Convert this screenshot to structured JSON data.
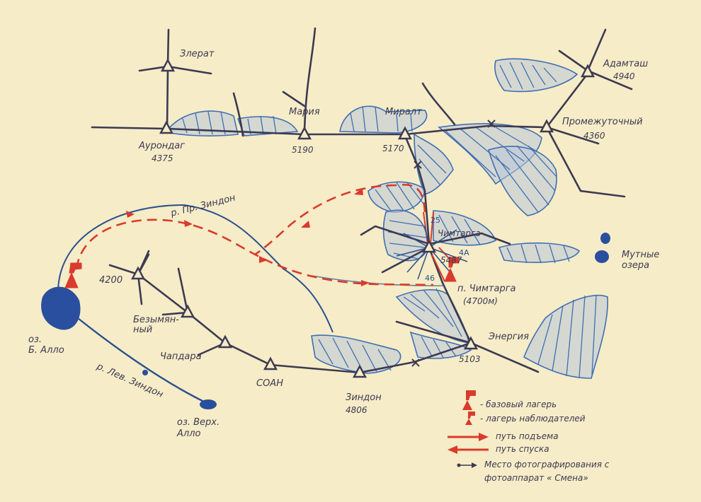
{
  "peaks": [
    {
      "id": "zlerat",
      "name": "Злерат",
      "altitude": ""
    },
    {
      "id": "aurondag",
      "name": "Аурондаг",
      "altitude": "4375"
    },
    {
      "id": "mariya",
      "name": "Мария",
      "altitude": "5190"
    },
    {
      "id": "miralt",
      "name": "Миралт",
      "altitude": "5170"
    },
    {
      "id": "adamtash",
      "name": "Адамташ",
      "altitude": "4940"
    },
    {
      "id": "promezhutochny",
      "name": "Промежуточный",
      "altitude": "4360"
    },
    {
      "id": "chimtarga",
      "name": "Чимтарга",
      "altitude": "5487"
    },
    {
      "id": "p4200",
      "name": "4200",
      "altitude": ""
    },
    {
      "id": "bezymyanny",
      "name": "Безымян-\nный",
      "altitude": ""
    },
    {
      "id": "chapdara",
      "name": "Чапдара",
      "altitude": ""
    },
    {
      "id": "soan",
      "name": "СОАН",
      "altitude": ""
    },
    {
      "id": "zindon",
      "name": "Зиндон",
      "altitude": "4806"
    },
    {
      "id": "energiya",
      "name": "Энергия",
      "altitude": "5103"
    }
  ],
  "places": {
    "pass_chimtarga": "п. Чимтарга",
    "pass_chimtarga_alt": "(4700м)",
    "mutnye_ozera": "Мутные\nозера",
    "river_pr_zindon": "р. Пр. Зиндон",
    "river_lev_zindon": "р. Лев. Зиндон",
    "lake_b_allo": "оз.\nБ. Алло",
    "lake_verkh_allo": "оз. Верх.\nАлло"
  },
  "markers": {
    "m25": "25",
    "m46": "46",
    "m4a": "4А"
  },
  "legend": [
    {
      "symbol": "base-camp",
      "text": "- базовый лагерь"
    },
    {
      "symbol": "observer-camp",
      "text": "- лагерь наблюдателей"
    },
    {
      "symbol": "ascent",
      "text": "путь подъема"
    },
    {
      "symbol": "descent",
      "text": "путь спуска"
    },
    {
      "symbol": "photo-point",
      "text": "Место фотографирования с"
    },
    {
      "symbol": "",
      "text": "фотоаппарат « Смена»"
    }
  ],
  "colors": {
    "ink": "#3c3a52",
    "blue": "#2c4f8e",
    "red": "#d93b2c",
    "paper": "#f6ecc7"
  }
}
